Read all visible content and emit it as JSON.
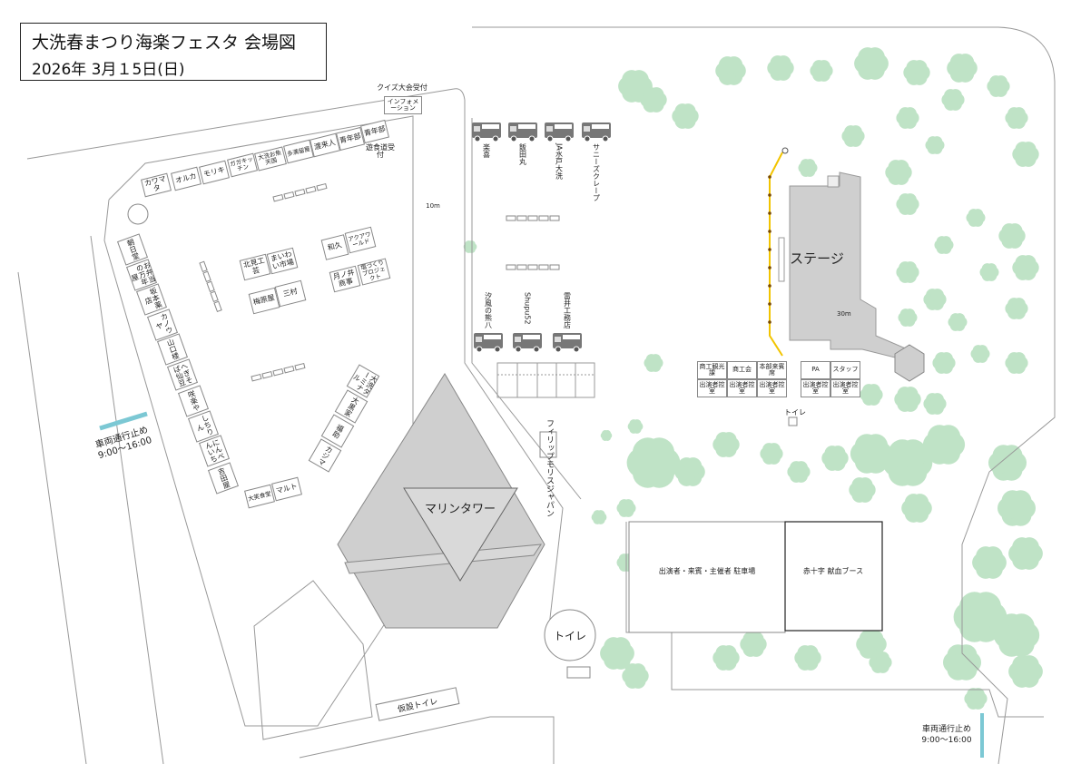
{
  "title": "大洗春まつり海楽フェスタ 会場図",
  "date": "2026年 3月１5日(日)",
  "labels": {
    "quiz": "クイズ大会受付",
    "info": "インフォメーション",
    "distance_10m": "10m",
    "distance_30m": "30m",
    "stage": "ステージ",
    "marine_tower": "マリンタワー",
    "toilet": "トイレ",
    "small_toilet": "トイレ",
    "temp_toilet": "仮設トイレ",
    "parking": "出演者・来賓・主催者 駐車場",
    "red_cross": "赤十字 献血ブース",
    "philip": "フィリップモリスジャパン",
    "road_closed_1": "車両通行止め",
    "road_closed_time_1": "9:00〜16:00",
    "road_closed_2": "車両通行止め",
    "road_closed_time_2": "9:00〜16:00"
  },
  "top_row": [
    "カワマタ",
    "オルカ",
    "モリキ",
    "ガガキッチン",
    "大洗お魚天国",
    "多満留屋",
    "渡来人",
    "青年部",
    "青年部",
    "遊食道受付"
  ],
  "left_column": [
    "朝日堂",
    "お弁当の万年屋",
    "坂本薬店",
    "カノウヤ",
    "山口楼",
    "へぎそば仙豆",
    "咲楽や",
    "しちりん",
    "にんべんいち",
    "吉田屋"
  ],
  "center": [
    "北見工芸",
    "まいわい市場",
    "梅原屋",
    "三村",
    "和久",
    "アクアワールド",
    "月ノ井商事",
    "塩づくりプロジェクト"
  ],
  "diagonal": [
    "大洗ターミナル",
    "大黒家",
    "福助",
    "カジマ",
    "大笑食堂",
    "マルト"
  ],
  "food_trucks_top": [
    "楽喜",
    "飯田丸",
    "JA水戸大洗",
    "サニーズクレープ"
  ],
  "food_trucks_bottom": [
    "汐風の熊八",
    "Shupu52",
    "雷井工務店"
  ],
  "tents_top": [
    "商工観光課",
    "商工会",
    "本部来賓席",
    "PA",
    "スタッフ"
  ],
  "tents_bottom": [
    "出演者控室",
    "出演者控室",
    "出演者控室",
    "出演者控室",
    "出演者控室"
  ],
  "colors": {
    "tree": "#bfe3c6",
    "building": "#cfcfcf",
    "stage_line": "#f2c400",
    "closure": "#7cc8d4"
  }
}
